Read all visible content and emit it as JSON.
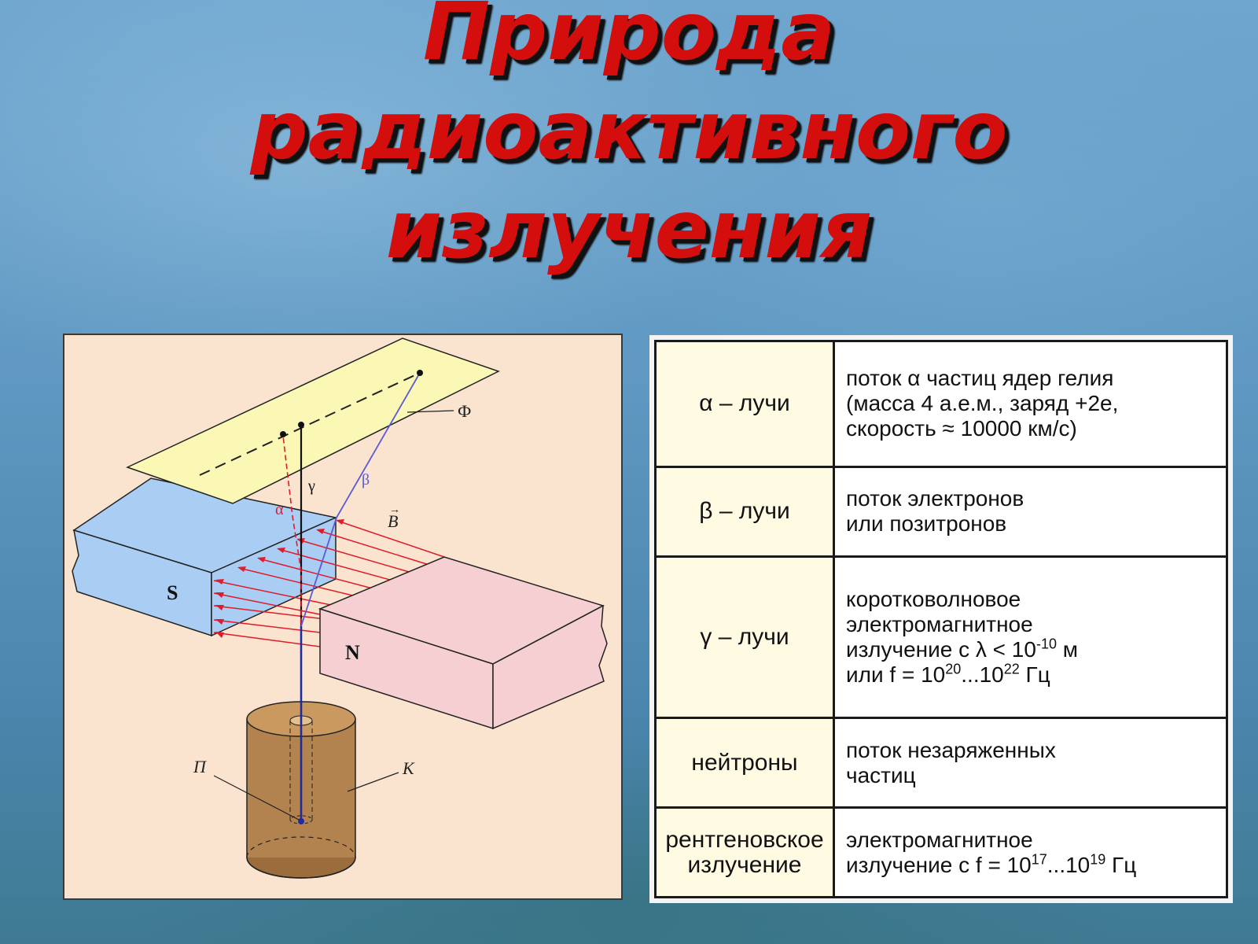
{
  "title": {
    "line1": "Природа",
    "line2": "радиоактивного",
    "line3": "излучения"
  },
  "diagram": {
    "labels": {
      "screen": "Ф",
      "gamma": "γ",
      "beta": "β",
      "alpha": "α",
      "field": "B",
      "south": "S",
      "north": "N",
      "source": "П",
      "container": "К"
    },
    "colors": {
      "screen_fill": "#fbf7b5",
      "south_fill": "#a9cdf3",
      "north_fill": "#f6cfd3",
      "field_lines": "#e01b2a",
      "alpha_ray": "#e01b2a",
      "beta_ray": "#5a5ad6",
      "gamma_ray": "#111111",
      "container_fill": "#b3834f"
    }
  },
  "table": {
    "rows": [
      {
        "name": "α – лучи",
        "color": "#d01c3a",
        "desc_lines": [
          "поток α частиц ядер гелия",
          "(масса 4 а.е.м., заряд +2е,",
          "скорость ≈ 10000 км/с)"
        ]
      },
      {
        "name": "β – лучи",
        "color": "#1d2aa6",
        "desc_lines": [
          "поток электронов",
          "или позитронов"
        ]
      },
      {
        "name": "γ – лучи",
        "color": "#111111",
        "desc_lines": [
          "коротковолновое",
          "электромагнитное",
          "излучение с λ < 10",
          "или f = 10"
        ],
        "sup_lambda": "-10",
        "lambda_unit": " м",
        "f_from_exp": "20",
        "f_mid": "...10",
        "f_to_exp": "22",
        "f_unit": " Гц"
      },
      {
        "name": "нейтроны",
        "color": "#111111",
        "desc_lines": [
          "поток незаряженных",
          "частиц"
        ]
      },
      {
        "name_line1": "рентгеновское",
        "name_line2": "излучение",
        "color": "#111111",
        "desc_line1": "электромагнитное",
        "desc_line2": "излучение с f = 10",
        "f_from_exp": "17",
        "f_mid": "...10",
        "f_to_exp": "19",
        "f_unit": " Гц"
      }
    ]
  }
}
